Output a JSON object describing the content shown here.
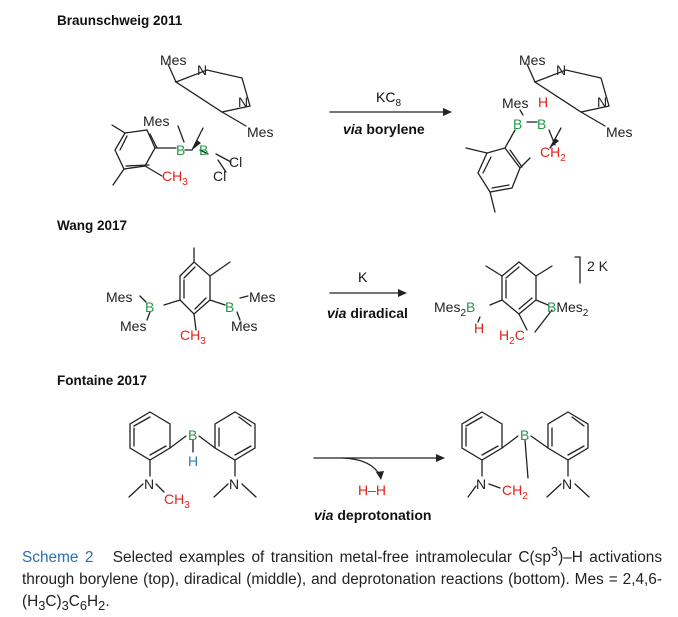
{
  "sections": [
    {
      "title": "Braunschweig 2011",
      "reagent": "KC",
      "reagent_sub": "8",
      "via_word": "via",
      "via_rest": "borylene"
    },
    {
      "title": "Wang 2017",
      "reagent": "K",
      "reagent_sub": "",
      "via_word": "via",
      "via_rest": "diradical",
      "charge": "2 K"
    },
    {
      "title": "Fontaine 2017",
      "reagent": "H–H",
      "reagent_sub": "",
      "via_word": "via",
      "via_rest": "deprotonation"
    }
  ],
  "atoms": {
    "mes": "Mes",
    "n": "N",
    "b": "B",
    "h": "H",
    "cl": "Cl",
    "ch3": "CH",
    "ch3_sub": "3",
    "ch2": "CH",
    "ch2_sub": "2",
    "h2c_pre": "H",
    "h2c_sub": "2",
    "h2c_post": "C",
    "bmes2_b": "B",
    "bmes2_mes": "Mes",
    "bmes2_sub": "2",
    "mes2b_mes": "Mes",
    "mes2b_sub": "2",
    "mes2b_b": "B"
  },
  "colors": {
    "boron": "#1f9a48",
    "carbon_h": "#e2231a",
    "hydride": "#2a7bbf",
    "caption_label": "#2a6fb3"
  },
  "caption": {
    "label": "Scheme 2",
    "text1": "Selected examples of transition metal-free intramolecular C(sp",
    "sup": "3",
    "text2": ")–H activations through borylene (top), diradical (middle), and deprotonation reactions (bottom). Mes = 2,4,6-(H",
    "sub1": "3",
    "text3": "C)",
    "sub2": "3",
    "text4": "C",
    "sub3": "6",
    "text5": "H",
    "sub4": "2",
    "text6": "."
  }
}
